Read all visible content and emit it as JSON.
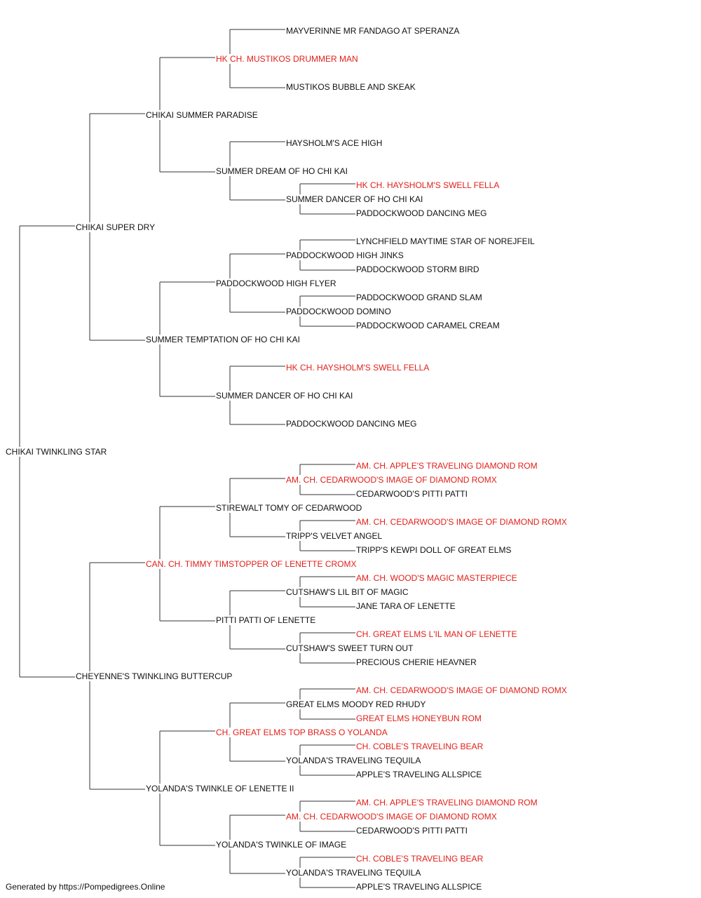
{
  "colors": {
    "line": "#333333",
    "text": "#111111",
    "champion": "#e0201b"
  },
  "footer": "Generated by https://Pompedigrees.Online",
  "pedigree": {
    "name": "CHIKAI TWINKLING STAR",
    "champion": false,
    "sire": {
      "name": "CHIKAI SUPER DRY",
      "champion": false,
      "sire": {
        "name": "CHIKAI SUMMER PARADISE",
        "champion": false,
        "sire": {
          "name": "HK CH. MUSTIKOS DRUMMER MAN",
          "champion": true,
          "sire": {
            "name": "MAYVERINNE MR FANDAGO AT SPERANZA",
            "champion": false
          },
          "dam": {
            "name": "MUSTIKOS BUBBLE AND SKEAK",
            "champion": false
          }
        },
        "dam": {
          "name": "SUMMER DREAM OF HO CHI KAI",
          "champion": false,
          "sire": {
            "name": "HAYSHOLM'S ACE HIGH",
            "champion": false
          },
          "dam": {
            "name": "SUMMER DANCER OF HO CHI KAI",
            "champion": false,
            "sire": {
              "name": "HK CH. HAYSHOLM'S SWELL FELLA",
              "champion": true
            },
            "dam": {
              "name": "PADDOCKWOOD DANCING MEG",
              "champion": false
            }
          }
        }
      },
      "dam": {
        "name": "SUMMER TEMPTATION OF HO CHI KAI",
        "champion": false,
        "sire": {
          "name": "PADDOCKWOOD HIGH FLYER",
          "champion": false,
          "sire": {
            "name": "PADDOCKWOOD HIGH JINKS",
            "champion": false,
            "sire": {
              "name": "LYNCHFIELD MAYTIME STAR OF NOREJFEIL",
              "champion": false
            },
            "dam": {
              "name": "PADDOCKWOOD STORM BIRD",
              "champion": false
            }
          },
          "dam": {
            "name": "PADDOCKWOOD DOMINO",
            "champion": false,
            "sire": {
              "name": "PADDOCKWOOD GRAND SLAM",
              "champion": false
            },
            "dam": {
              "name": "PADDOCKWOOD CARAMEL CREAM",
              "champion": false
            }
          }
        },
        "dam": {
          "name": "SUMMER DANCER OF HO CHI KAI",
          "champion": false,
          "sire": {
            "name": "HK CH. HAYSHOLM'S SWELL FELLA",
            "champion": true
          },
          "dam": {
            "name": "PADDOCKWOOD DANCING MEG",
            "champion": false
          }
        }
      }
    },
    "dam": {
      "name": "CHEYENNE'S TWINKLING BUTTERCUP",
      "champion": false,
      "sire": {
        "name": "CAN. CH. TIMMY TIMSTOPPER OF LENETTE CROMX",
        "champion": true,
        "sire": {
          "name": "STIREWALT TOMY OF CEDARWOOD",
          "champion": false,
          "sire": {
            "name": "AM. CH. CEDARWOOD'S IMAGE OF DIAMOND ROMX",
            "champion": true,
            "sire": {
              "name": "AM. CH. APPLE'S TRAVELING DIAMOND ROM",
              "champion": true
            },
            "dam": {
              "name": "CEDARWOOD'S PITTI PATTI",
              "champion": false
            }
          },
          "dam": {
            "name": "TRIPP'S VELVET ANGEL",
            "champion": false,
            "sire": {
              "name": "AM. CH. CEDARWOOD'S IMAGE OF DIAMOND ROMX",
              "champion": true
            },
            "dam": {
              "name": "TRIPP'S KEWPI DOLL OF GREAT ELMS",
              "champion": false
            }
          }
        },
        "dam": {
          "name": "PITTI PATTI OF LENETTE",
          "champion": false,
          "sire": {
            "name": "CUTSHAW'S LIL BIT OF MAGIC",
            "champion": false,
            "sire": {
              "name": "AM. CH. WOOD'S MAGIC MASTERPIECE",
              "champion": true
            },
            "dam": {
              "name": "JANE TARA OF LENETTE",
              "champion": false
            }
          },
          "dam": {
            "name": "CUTSHAW'S SWEET TURN OUT",
            "champion": false,
            "sire": {
              "name": "CH. GREAT ELMS L'IL MAN OF LENETTE",
              "champion": true
            },
            "dam": {
              "name": "PRECIOUS CHERIE HEAVNER",
              "champion": false
            }
          }
        }
      },
      "dam": {
        "name": "YOLANDA'S TWINKLE OF LENETTE II",
        "champion": false,
        "sire": {
          "name": "CH. GREAT ELMS TOP BRASS O YOLANDA",
          "champion": true,
          "sire": {
            "name": "GREAT ELMS MOODY RED RHUDY",
            "champion": false,
            "sire": {
              "name": "AM. CH. CEDARWOOD'S IMAGE OF DIAMOND ROMX",
              "champion": true
            },
            "dam": {
              "name": "GREAT ELMS HONEYBUN ROM",
              "champion": true
            }
          },
          "dam": {
            "name": "YOLANDA'S TRAVELING TEQUILA",
            "champion": false,
            "sire": {
              "name": "CH. COBLE'S TRAVELING BEAR",
              "champion": true
            },
            "dam": {
              "name": "APPLE'S TRAVELING ALLSPICE",
              "champion": false
            }
          }
        },
        "dam": {
          "name": "YOLANDA'S TWINKLE OF IMAGE",
          "champion": false,
          "sire": {
            "name": "AM. CH. CEDARWOOD'S IMAGE OF DIAMOND ROMX",
            "champion": true,
            "sire": {
              "name": "AM. CH. APPLE'S TRAVELING DIAMOND ROM",
              "champion": true
            },
            "dam": {
              "name": "CEDARWOOD'S PITTI PATTI",
              "champion": false
            }
          },
          "dam": {
            "name": "YOLANDA'S TRAVELING TEQUILA",
            "champion": false,
            "sire": {
              "name": "CH. COBLE'S TRAVELING BEAR",
              "champion": true
            },
            "dam": {
              "name": "APPLE'S TRAVELING ALLSPICE",
              "champion": false
            }
          }
        }
      }
    }
  }
}
